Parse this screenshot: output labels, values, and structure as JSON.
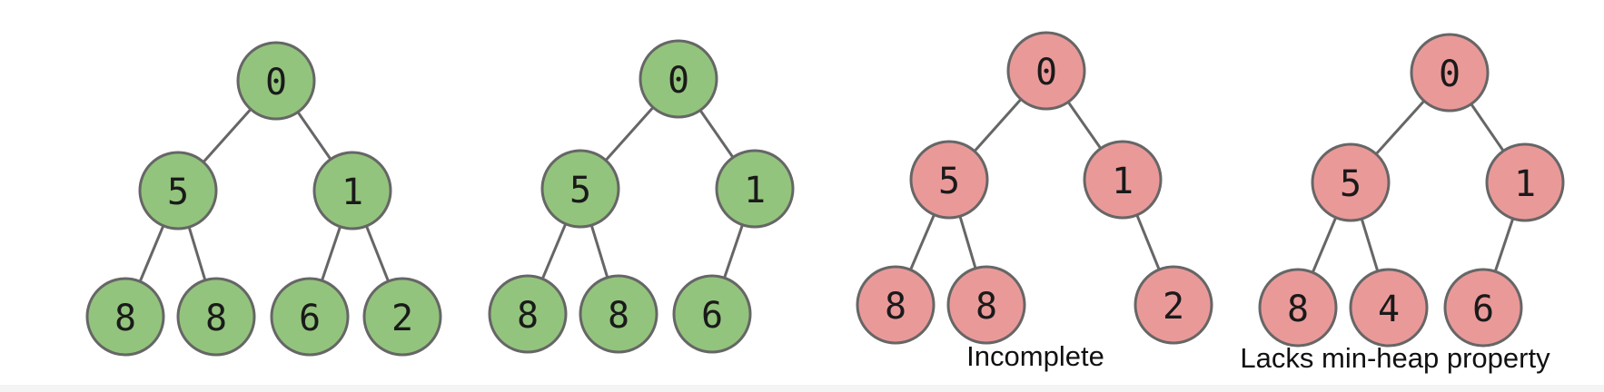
{
  "colors": {
    "valid": "#93c47d",
    "invalid": "#ea9999"
  },
  "trees": [
    {
      "status": "valid",
      "caption": "",
      "nodes": [
        "0",
        "5",
        "1",
        "8",
        "8",
        "6",
        "2"
      ]
    },
    {
      "status": "valid",
      "caption": "",
      "nodes": [
        "0",
        "5",
        "1",
        "8",
        "8",
        "6"
      ]
    },
    {
      "status": "invalid",
      "caption": "Incomplete",
      "nodes": [
        "0",
        "5",
        "1",
        "8",
        "8",
        "2"
      ]
    },
    {
      "status": "invalid",
      "caption": "Lacks min-heap property",
      "nodes": [
        "0",
        "5",
        "1",
        "8",
        "4",
        "6"
      ]
    }
  ]
}
